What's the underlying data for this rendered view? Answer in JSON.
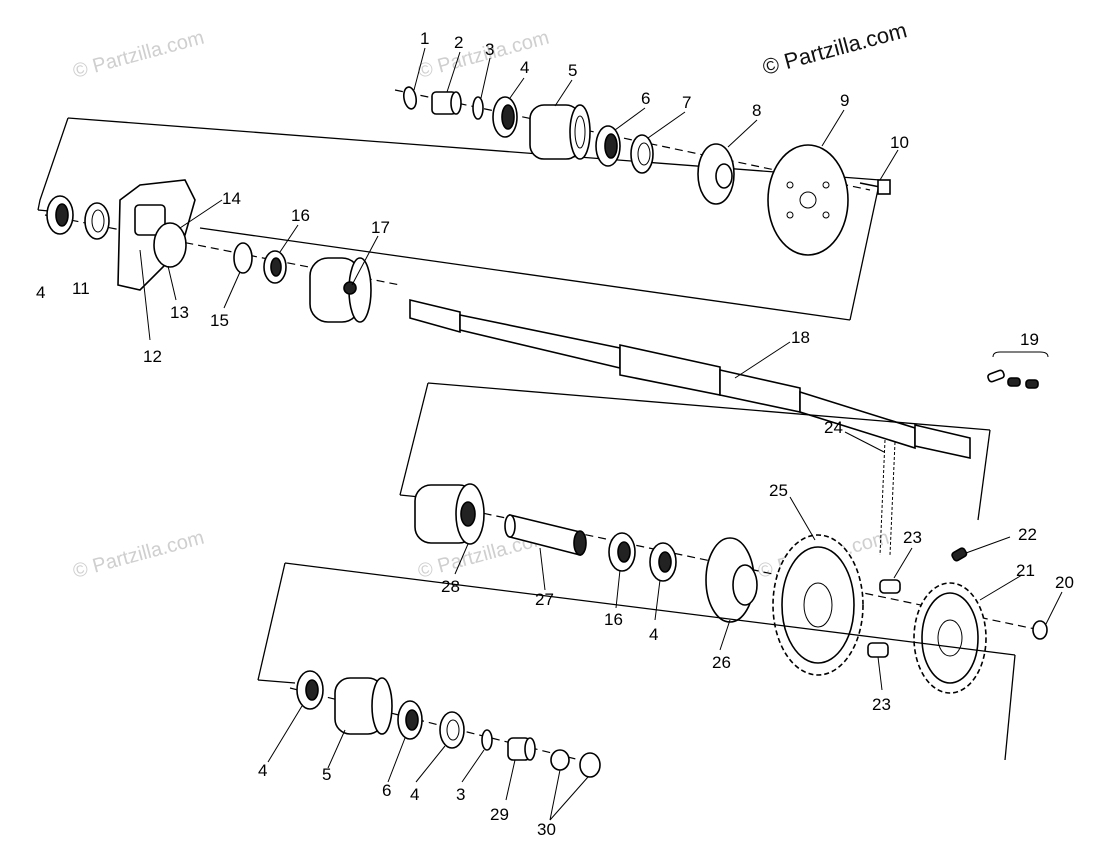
{
  "copyright": "© Partzilla.com",
  "watermark_text": "© Partzilla.com",
  "callouts": [
    {
      "id": "c1",
      "label": "1"
    },
    {
      "id": "c2",
      "label": "2"
    },
    {
      "id": "c3",
      "label": "3"
    },
    {
      "id": "c4a",
      "label": "4"
    },
    {
      "id": "c5a",
      "label": "5"
    },
    {
      "id": "c6a",
      "label": "6"
    },
    {
      "id": "c7",
      "label": "7"
    },
    {
      "id": "c8",
      "label": "8"
    },
    {
      "id": "c9",
      "label": "9"
    },
    {
      "id": "c10",
      "label": "10"
    },
    {
      "id": "c4b",
      "label": "4"
    },
    {
      "id": "c11",
      "label": "11"
    },
    {
      "id": "c12",
      "label": "12"
    },
    {
      "id": "c13",
      "label": "13"
    },
    {
      "id": "c14",
      "label": "14"
    },
    {
      "id": "c15",
      "label": "15"
    },
    {
      "id": "c16a",
      "label": "16"
    },
    {
      "id": "c17",
      "label": "17"
    },
    {
      "id": "c18",
      "label": "18"
    },
    {
      "id": "c19",
      "label": "19"
    },
    {
      "id": "c24",
      "label": "24"
    },
    {
      "id": "c25",
      "label": "25"
    },
    {
      "id": "c23a",
      "label": "23"
    },
    {
      "id": "c22",
      "label": "22"
    },
    {
      "id": "c21",
      "label": "21"
    },
    {
      "id": "c20",
      "label": "20"
    },
    {
      "id": "c28",
      "label": "28"
    },
    {
      "id": "c27",
      "label": "27"
    },
    {
      "id": "c16b",
      "label": "16"
    },
    {
      "id": "c4c",
      "label": "4"
    },
    {
      "id": "c26",
      "label": "26"
    },
    {
      "id": "c23b",
      "label": "23"
    },
    {
      "id": "c4d",
      "label": "4"
    },
    {
      "id": "c5b",
      "label": "5"
    },
    {
      "id": "c6b",
      "label": "6"
    },
    {
      "id": "c4e",
      "label": "4"
    },
    {
      "id": "c3b",
      "label": "3"
    },
    {
      "id": "c29",
      "label": "29"
    },
    {
      "id": "c30",
      "label": "30"
    }
  ]
}
